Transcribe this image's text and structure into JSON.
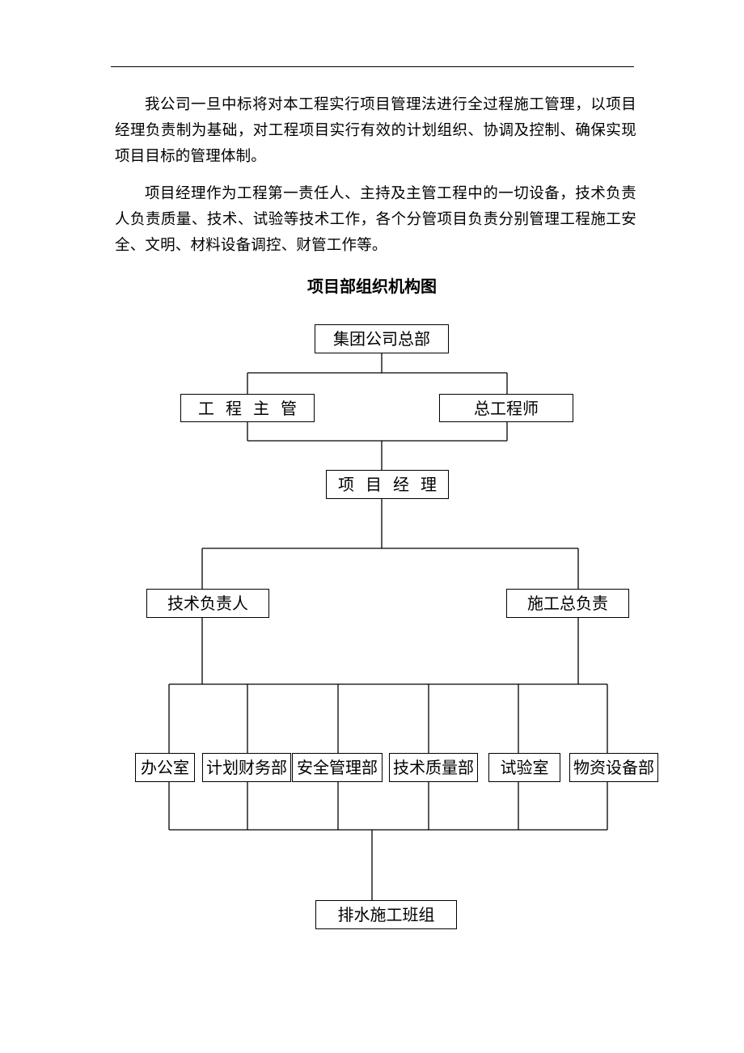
{
  "paragraphs": [
    "我公司一旦中标将对本工程实行项目管理法进行全过程施工管理，以项目经理负责制为基础，对工程项目实行有效的计划组织、协调及控制、确保实现项目目标的管理体制。",
    "项目经理作为工程第一责任人、主持及主管工程中的一切设备，技术负责人负责质量、技术、试验等技术工作，各个分管项目负责分别管理工程施工安全、文明、材料设备调控、财管工作等。"
  ],
  "diagram": {
    "title": "项目部组织机构图",
    "nodes": {
      "hq": "集团公司总部",
      "eng_head": "工程主管",
      "chief_eng": "总工程师",
      "pm": "项目经理",
      "tech_lead": "技术负责人",
      "construction_lead": "施工总负责",
      "office": "办公室",
      "finance": "计划财务部",
      "safety": "安全管理部",
      "tech_quality": "技术质量部",
      "lab": "试验室",
      "materials": "物资设备部",
      "drainage_team": "排水施工班组"
    }
  }
}
